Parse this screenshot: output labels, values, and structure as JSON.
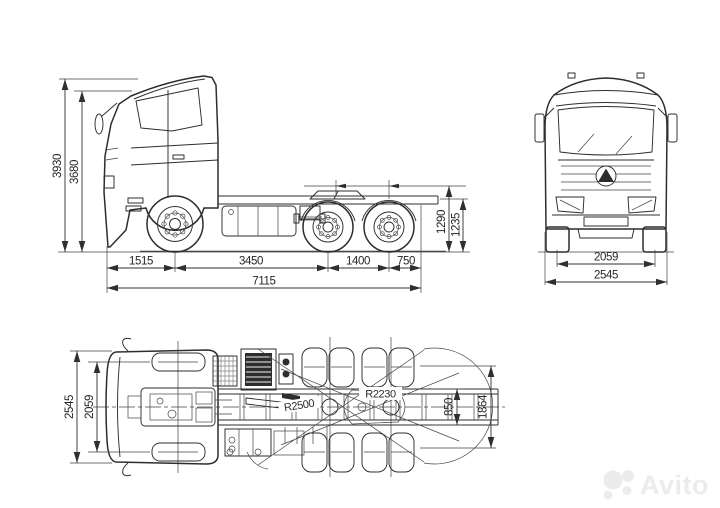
{
  "watermark": {
    "text": "Avito"
  },
  "side_view": {
    "dims": {
      "overall_height": "3930",
      "cab_height": "3680",
      "front_overhang": "1515",
      "wheelbase": "3450",
      "tandem_spread": "1400",
      "rear_overhang": "750",
      "overall_length": "7115",
      "fifth_wheel_height": "1290",
      "frame_height": "1235"
    }
  },
  "front_view": {
    "dims": {
      "track_width": "2059",
      "overall_width": "2545"
    }
  },
  "top_view": {
    "dims": {
      "overall_width": "2545",
      "cab_width": "2059",
      "frame_width": "850",
      "rear_axle_width": "1864",
      "turning_radius_front": "R2500",
      "turning_radius_rear": "R2230"
    }
  }
}
